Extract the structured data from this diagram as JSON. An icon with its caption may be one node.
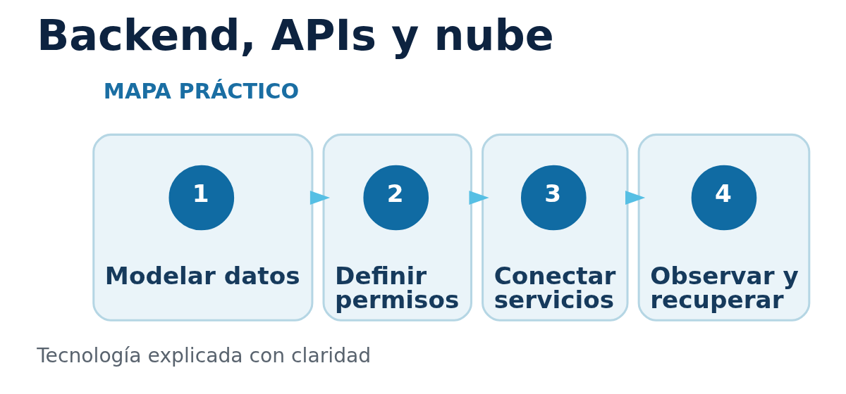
{
  "diagram": {
    "title": "Backend, APIs y nube",
    "nodes": [
      {
        "text": [
          "Modelar datos"
        ]
      },
      {
        "text": [
          "1"
        ],
        "in": 0
      },
      {
        "text": [
          "Definir permisos"
        ]
      },
      {
        "text": [
          "2"
        ],
        "in": 2
      },
      {
        "text": [
          "Conectar servicios"
        ]
      },
      {
        "text": [
          "3"
        ],
        "in": 4
      },
      {
        "text": [
          "Observar y recuperar"
        ]
      },
      {
        "text": [
          "4"
        ],
        "in": 6
      }
    ],
    "edges": [
      {
        "from": 0,
        "to": 2,
        "arrow": "to"
      },
      {
        "from": 2,
        "to": 4,
        "arrow": "to"
      },
      {
        "from": 4,
        "to": 6,
        "arrow": "to"
      }
    ],
    "labels": [
      "MAPA PRÁCTICO",
      "Tecnología explicada con claridad"
    ]
  }
}
